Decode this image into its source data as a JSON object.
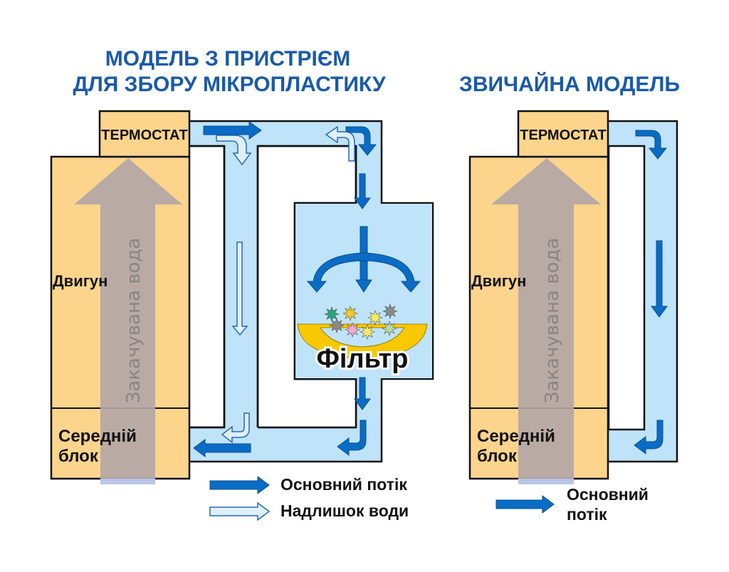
{
  "left_model": {
    "title_line1": "МОДЕЛЬ З ПРИСТРІЄМ",
    "title_line2": "ДЛЯ ЗБОРУ МІКРОПЛАСТИКУ",
    "thermostat": "ТЕРМОСТАТ",
    "engine": "Двигун",
    "middle_block_line1": "Середній",
    "middle_block_line2": "блок",
    "pumped_water": "Закачувана вода",
    "filter": "Фільтр"
  },
  "right_model": {
    "title": "ЗВИЧАЙНА МОДЕЛЬ",
    "thermostat": "ТЕРМОСТАТ",
    "engine": "Двигун",
    "middle_block_line1": "Середній",
    "middle_block_line2": "блок",
    "pumped_water": "Закачувана вода"
  },
  "legend_left": {
    "main_flow": "Основний потік",
    "excess_water": "Надлишок води"
  },
  "legend_right": {
    "main_flow_line1": "Основний",
    "main_flow_line2": "потік"
  },
  "colors": {
    "title_blue": "#1a5aa8",
    "engine_fill": "#fcd48c",
    "pipe_fill": "#bfe3f8",
    "main_arrow": "#0a6cc4",
    "excess_arrow": "#dff0fb",
    "pumped_arrow": "#b3a6a6",
    "filter_yellow": "#f8c800"
  }
}
